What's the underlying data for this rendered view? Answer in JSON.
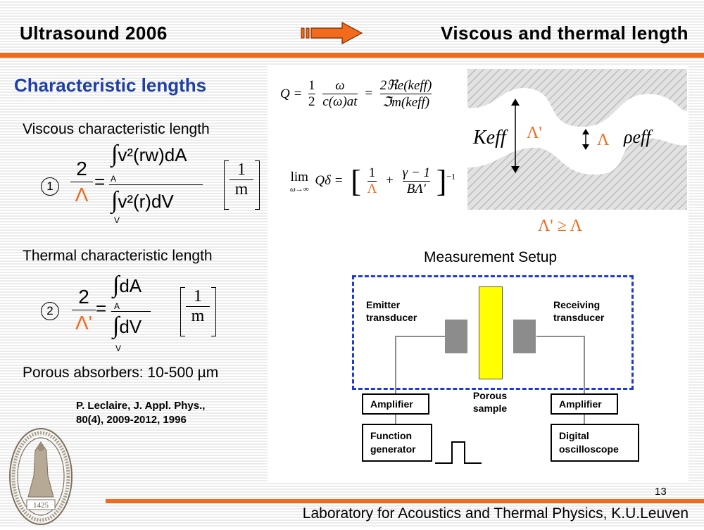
{
  "header": {
    "left_title": "Ultrasound 2006",
    "right_title": "Viscous and thermal length"
  },
  "section": {
    "title": "Characteristic lengths",
    "viscous_label": "Viscous characteristic length",
    "thermal_label": "Thermal characteristic length",
    "porous_label": "Porous absorbers: 10-500 µm",
    "reference_line1": "P. Leclaire, J. Appl. Phys.,",
    "reference_line2": "80(4), 2009-2012, 1996"
  },
  "formulas": {
    "eq1_number": "1",
    "eq2_number": "2",
    "two": "2",
    "lambda": "Λ",
    "lambda_prime": "Λ'",
    "equals": "=",
    "v2_rw_dA": "v²(rw)dA",
    "v2_r_dV": "v²(r)dV",
    "dA": "dA",
    "dV": "dV",
    "sub_A": "A",
    "sub_V": "V",
    "unit_num": "1",
    "unit_den": "m",
    "q_lhs": "Q =",
    "q_half_num": "1",
    "q_half_den": "2",
    "q_omega": "ω",
    "q_c": "c(ω)at",
    "q_re": "2ℜe(keff)",
    "q_im": "ℑm(keff)",
    "lim": "lim",
    "lim_sub": "ω→∞",
    "q_delta": "Qδ =",
    "gamma_num": "γ − 1",
    "b_lambda": "BΛ'",
    "exp_minus_one": "−1",
    "plus": "+"
  },
  "figure": {
    "k_eff": "Keff",
    "lambda_prime": "Λ'",
    "lambda": "Λ",
    "rho_eff": "ρeff",
    "inequality": "Λ' ≥ Λ"
  },
  "setup": {
    "title": "Measurement Setup",
    "emitter": "Emitter transducer",
    "receiver": "Receiving transducer",
    "porous_sample": "Porous sample",
    "amplifier_left": "Amplifier",
    "amplifier_right": "Amplifier",
    "function_generator": "Function generator",
    "oscilloscope": "Digital oscilloscope"
  },
  "footer": {
    "page_number": "13",
    "lab": "Laboratory for Acoustics and Thermal Physics, K.U.Leuven",
    "seal_year": "1425"
  },
  "colors": {
    "accent_orange": "#f26a1b",
    "section_blue": "#1f3fa8",
    "dash_blue": "#1e3ad6",
    "sample_yellow": "#ffff00",
    "transducer_gray": "#8c8c8c",
    "hatch_gray": "#c8c8c8"
  }
}
